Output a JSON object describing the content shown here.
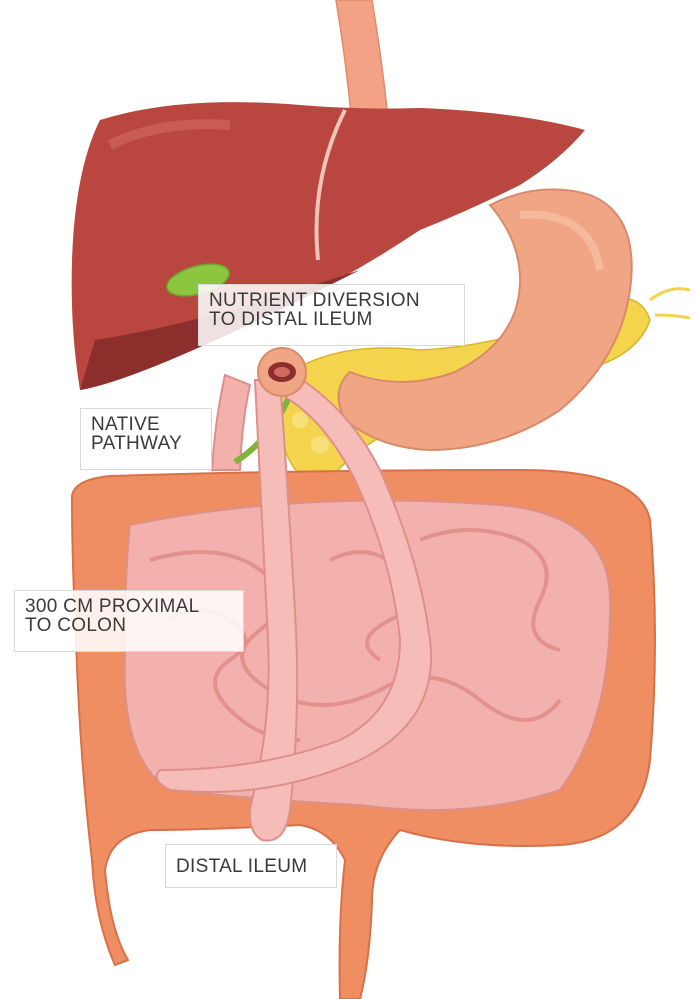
{
  "labels": {
    "nutrient_diversion": {
      "line1": "NUTRIENT DIVERSION",
      "line2": "TO DISTAL ILEUM"
    },
    "native_pathway": {
      "line1": "NATIVE",
      "line2": "PATHWAY"
    },
    "proximal_to_colon": {
      "line1": "300 CM PROXIMAL",
      "line2": "TO COLON"
    },
    "distal_ileum": {
      "line1": "DISTAL ILEUM"
    }
  },
  "colors": {
    "liver": "#b9473f",
    "liver_shadow": "#8c2f2c",
    "stomach": "#f0a584",
    "pancreas": "#f2d34a",
    "gallbladder": "#8cc63f",
    "colon": "#ef8e63",
    "small_intestine": "#f3b1ad",
    "esophagus": "#f3a285"
  }
}
